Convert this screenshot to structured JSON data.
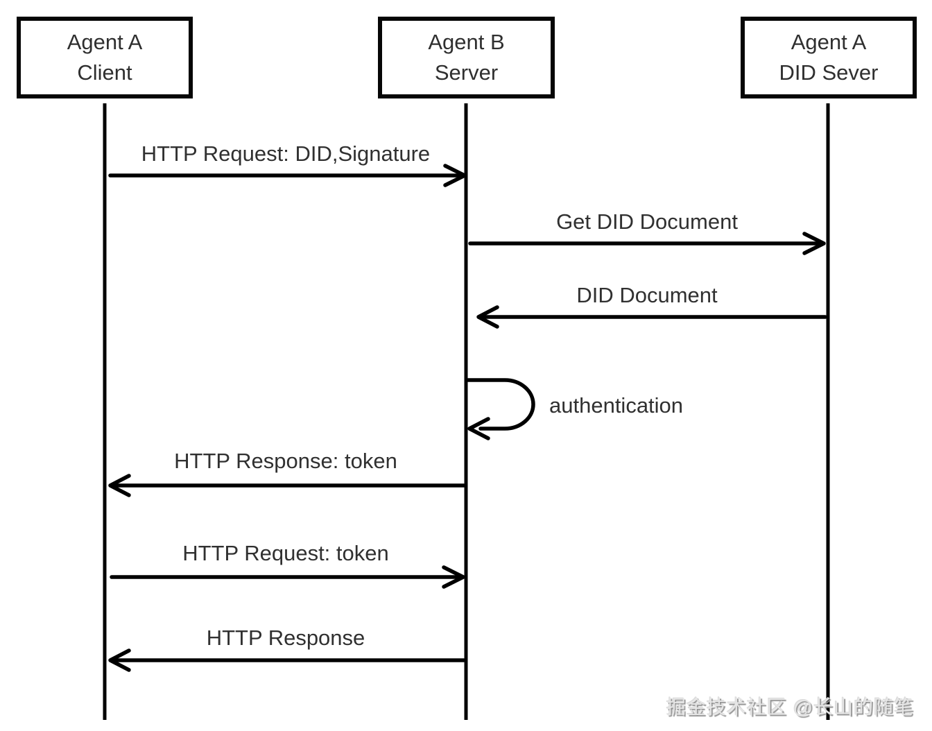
{
  "diagram": {
    "type": "sequence",
    "participants": [
      {
        "name": "Agent A Client",
        "line1": "Agent A",
        "line2": "Client"
      },
      {
        "name": "Agent B Server",
        "line1": "Agent B",
        "line2": "Server"
      },
      {
        "name": "Agent A DID Sever",
        "line1": "Agent A",
        "line2": "DID Sever"
      }
    ],
    "messages": [
      {
        "label": "HTTP Request: DID,Signature",
        "from": "Agent A Client",
        "to": "Agent B Server",
        "direction": "right"
      },
      {
        "label": "Get DID Document",
        "from": "Agent B Server",
        "to": "Agent A DID Sever",
        "direction": "right"
      },
      {
        "label": "DID Document",
        "from": "Agent A DID Sever",
        "to": "Agent B Server",
        "direction": "left"
      },
      {
        "label": "authentication",
        "from": "Agent B Server",
        "to": "Agent B Server",
        "direction": "self"
      },
      {
        "label": "HTTP Response: token",
        "from": "Agent B Server",
        "to": "Agent A Client",
        "direction": "left"
      },
      {
        "label": "HTTP Request: token",
        "from": "Agent A Client",
        "to": "Agent B Server",
        "direction": "right"
      },
      {
        "label": "HTTP Response",
        "from": "Agent B Server",
        "to": "Agent A Client",
        "direction": "left"
      }
    ],
    "watermark": "掘金技术社区 @长山的随笔",
    "colors": {
      "background": "#ffffff",
      "line": "#000000",
      "text": "#2f2f2f",
      "watermark": "#e6e6e6",
      "watermark_shadow": "#929292"
    }
  }
}
